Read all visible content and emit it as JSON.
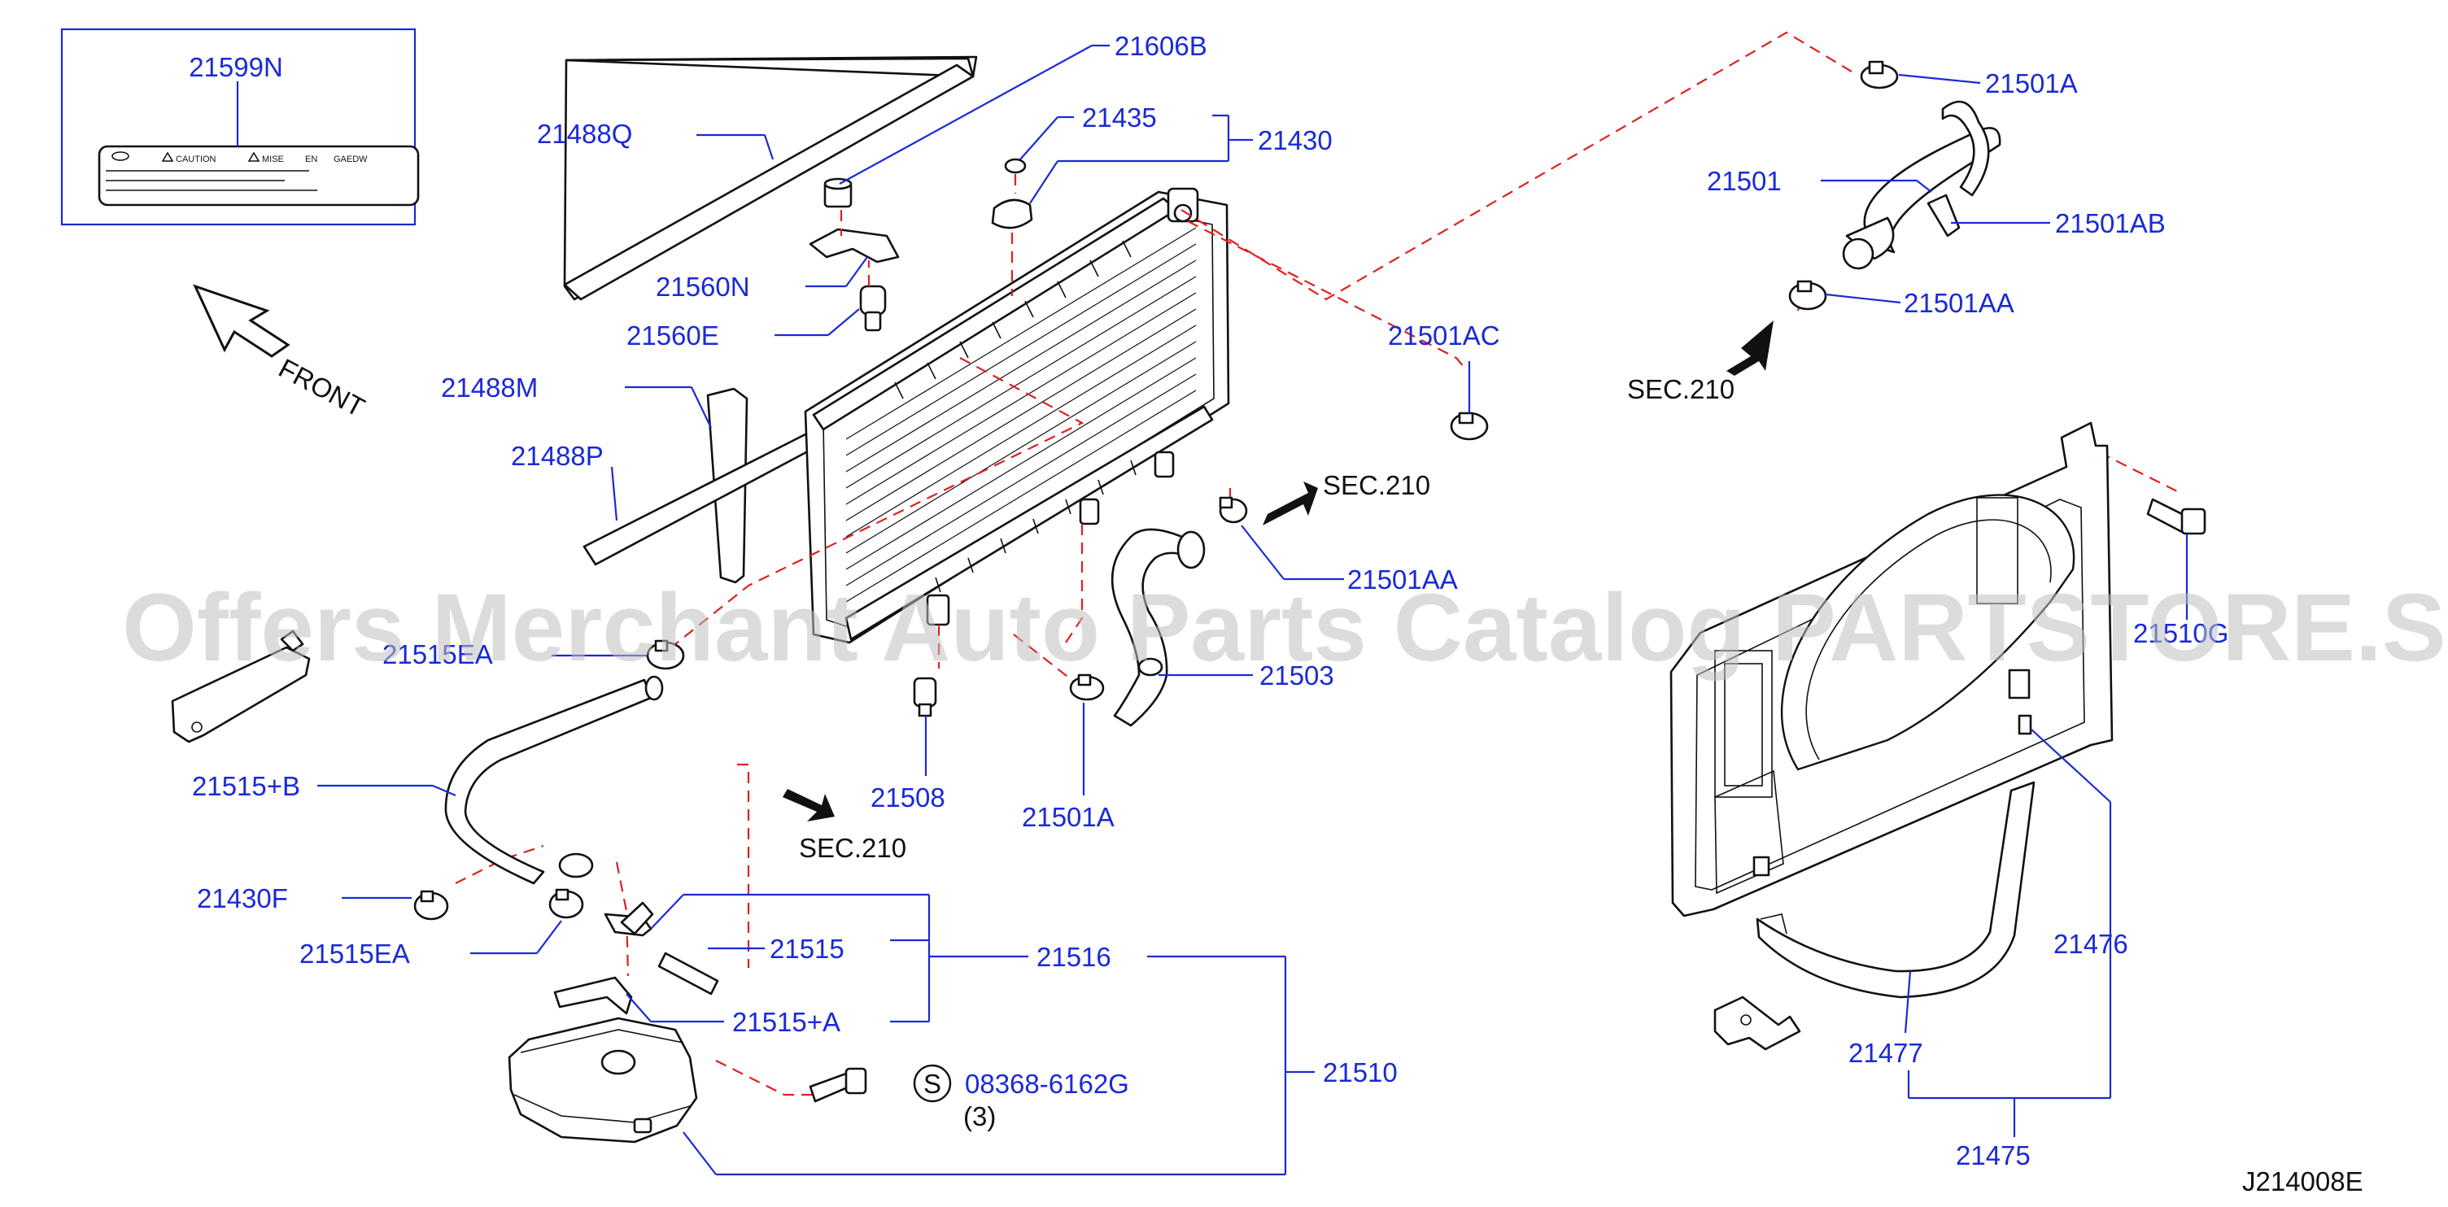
{
  "part_numbers": {
    "p21599N": "21599N",
    "p21488Q": "21488Q",
    "p21606B": "21606B",
    "p21435": "21435",
    "p21430": "21430",
    "p21560N": "21560N",
    "p21560E": "21560E",
    "p21488M": "21488M",
    "p21488P": "21488P",
    "p21501ACtop": "21501AC",
    "p21501Atop": "21501A",
    "p21501": "21501",
    "p21501AB": "21501AB",
    "p21501AAtop": "21501AA",
    "p21501AAmid": "21501AA",
    "p21515EAtop": "21515EA",
    "p21515plusB": "21515+B",
    "p21430F": "21430F",
    "p21515EA": "21515EA",
    "p21508": "21508",
    "p21501Amid": "21501A",
    "p21503": "21503",
    "p21515": "21515",
    "p21516": "21516",
    "p21515plusA": "21515+A",
    "p21510": "21510",
    "p08368": "08368-6162G",
    "qty": "(3)",
    "p21510G": "21510G",
    "p21476": "21476",
    "p21477": "21477",
    "p21475": "21475"
  },
  "labels": {
    "front": "FRONT",
    "sec210_top": "SEC.210",
    "sec210_mid": "SEC.210",
    "sec210_low": "SEC.210",
    "s_marker": "S",
    "diagram_id": "J214008E"
  },
  "caution_label": {
    "caution": "CAUTION",
    "mise": "MISE",
    "en": "EN",
    "gaedw": "GAEDW"
  },
  "watermark": "Offers Merchant Auto Parts Catalog PARTSTORE.SA",
  "colors": {
    "part_number": "#1a2ad6",
    "leader": "#1a2ad6",
    "dashed_guide": "#e02020",
    "outline": "#111111"
  }
}
